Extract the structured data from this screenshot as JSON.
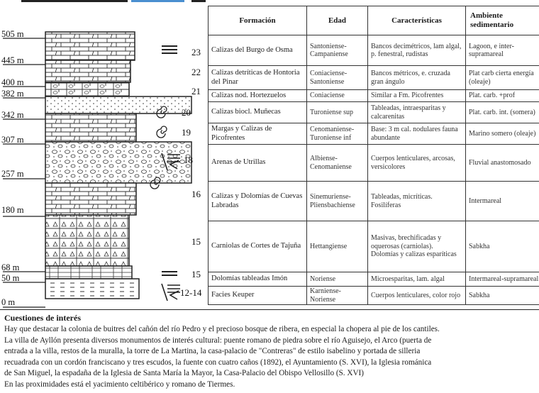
{
  "table": {
    "headers": {
      "formacion": "Formación",
      "edad": "Edad",
      "caracteristicas": "Características",
      "ambiente": "Ambiente sedimentario"
    },
    "rows": [
      {
        "num": "23",
        "formacion": "Calizas del Burgo de Osma",
        "edad": "Santoniense- Campaniense",
        "caracteristicas": "Bancos decimétricos, lam algal, p. fenestral, rudistas",
        "ambiente": "Lagoon, e inter- supramareal"
      },
      {
        "num": "22",
        "formacion": "Calizas detríticas de Hontoria del Pinar",
        "edad": "Coniaciense- Santoniense",
        "caracteristicas": "Bancos métricos, e. cruzada gran ángulo",
        "ambiente": "Plat carb cierta energía (oleaje)"
      },
      {
        "num": "21",
        "formacion": "Calizas nod. Hortezuelos",
        "edad": "Coniaciense",
        "caracteristicas": "Similar a Fm. Picofrentes",
        "ambiente": "Plat. carb. +prof"
      },
      {
        "num": "20",
        "formacion": "Calizas biocl. Muñecas",
        "edad": "Turoniense sup",
        "caracteristicas": "Tableadas, intraesparitas y calcarenitas",
        "ambiente": "Plat. carb. int. (somera)"
      },
      {
        "num": "19",
        "formacion": "Margas y Calizas de Picofrentes",
        "edad": "Cenomaniense- Turoniense inf",
        "caracteristicas": "Base: 3 m cal. nodulares fauna abundante",
        "ambiente": "Marino somero (oleaje)"
      },
      {
        "num": "18",
        "formacion": "Arenas de Utrillas",
        "edad": "Albiense- Cenomaniense",
        "caracteristicas": "Cuerpos lenticulares, arcosas, versicolores",
        "ambiente": "Fluvial anastomosado"
      },
      {
        "num": "16",
        "formacion": "Calizas y Dolomías de Cuevas Labradas",
        "edad": "Sinemuriense- Pliensbachiense",
        "caracteristicas": "Tableadas, micríticas. Fosilíferas",
        "ambiente": "Intermareal"
      },
      {
        "num": "15",
        "formacion": "Carniolas de Cortes de Tajuña",
        "edad": "Hettangiense",
        "caracteristicas": "Masivas, brechificadas y oquerosas (carniolas). Dolomías y calizas esparíticas",
        "ambiente": "Sabkha"
      },
      {
        "num": "15",
        "formacion": "Dolomías tableadas Imón",
        "edad": "Noriense",
        "caracteristicas": "Microesparitas, lam. algal",
        "ambiente": "Intermareal-supramareal"
      },
      {
        "num": "12-14",
        "formacion": "Facies Keuper",
        "edad": "Karniense- Noriense",
        "caracteristicas": "Cuerpos lenticulares, color rojo",
        "ambiente": "Sabkha"
      }
    ]
  },
  "column": {
    "altitudes": [
      "505 m",
      "445 m",
      "400 m",
      "382 m",
      "342 m",
      "307 m",
      "257 m",
      "180 m",
      "68 m",
      "50 m",
      "0 m"
    ]
  },
  "interest": {
    "title": "Cuestiones de interés",
    "lines": [
      "Hay que destacar la colonia de buitres del cañón del río Pedro y el precioso bosque de ribera, en especial la chopera al pie de los cantiles.",
      "La villa de Ayllón presenta diversos monumentos de interés cultural: puente romano de piedra sobre el río Aguisejo, el Arco (puerta de",
      "entrada a la villa, restos de la muralla, la torre de La Martina, la casa-palacio de \"Contreras\" de estilo isabelino y portada de silleria",
      "recuadrada con un cordón franciscano y tres escudos, la fuente con cuatro caños (1892), el Ayuntamiento (S. XVI), la Iglesia románica",
      "de San Miguel, la espadaña de la Iglesia de Santa María la Mayor, la Casa-Palacio del Obispo Vellosillo (S. XVI)",
      "En las proximidades está el yacimiento celtibérico y romano de Tiermes."
    ]
  },
  "colors": {
    "line": "#222222",
    "text": "#1a1a1a",
    "top_strip": "#4a8fd0"
  }
}
